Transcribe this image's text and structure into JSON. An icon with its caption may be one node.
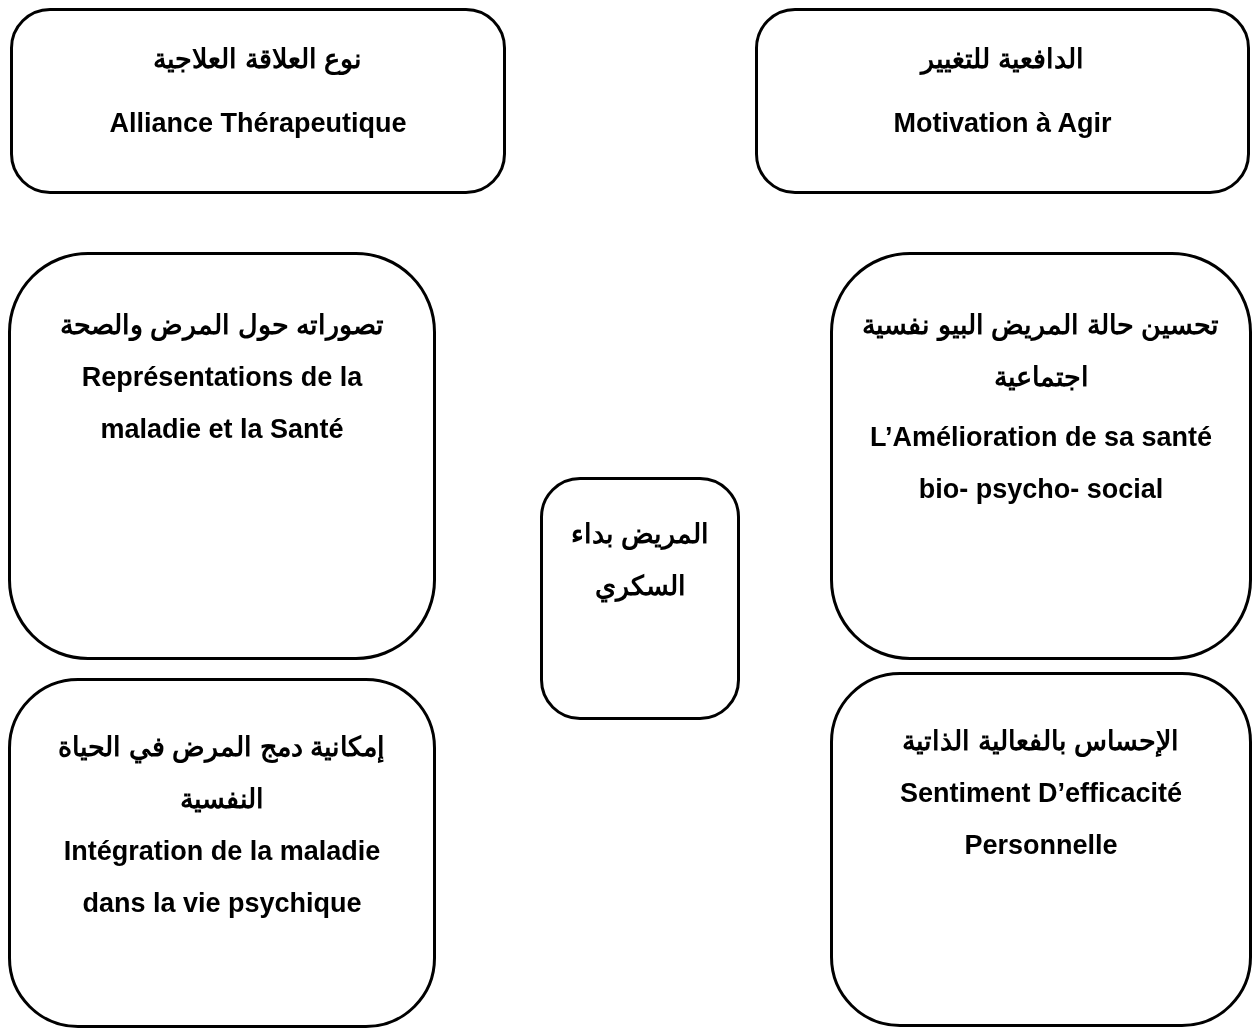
{
  "diagram": {
    "nodes": [
      {
        "text": [
          "نوع العلاقة العلاجية",
          "Alliance Thérapeutique"
        ]
      },
      {
        "text": [
          "الدافعية للتغيير",
          "Motivation à Agir"
        ]
      },
      {
        "text": [
          "تصوراته حول المرض والصحة",
          "Représentations de la maladie et la Santé"
        ]
      },
      {
        "text": [
          "تحسين حالة المريض البيو نفسية اجتماعية",
          "L’Amélioration de sa santé bio- psycho- social"
        ]
      },
      {
        "text": [
          "المريض بداء السكري"
        ]
      },
      {
        "text": [
          "إمكانية دمج المرض في الحياة النفسية",
          "Intégration de la maladie dans la vie psychique"
        ]
      },
      {
        "text": [
          "الإحساس بالفعالية الذاتية",
          "Sentiment D’efficacité Personnelle"
        ]
      }
    ]
  }
}
